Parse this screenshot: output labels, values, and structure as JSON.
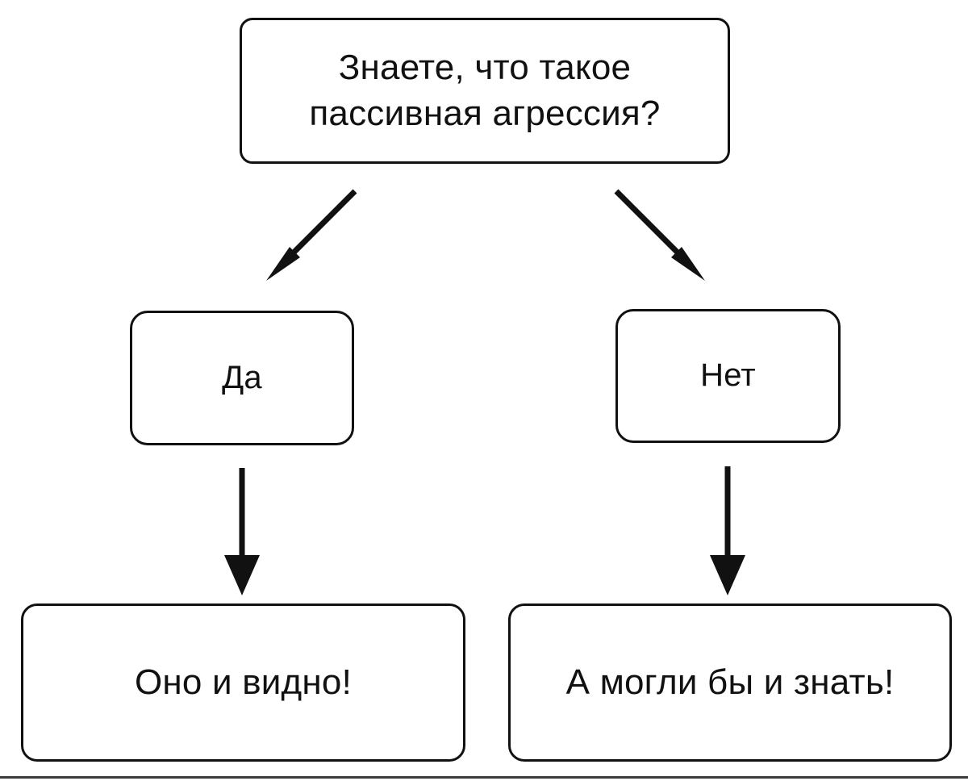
{
  "diagram": {
    "title": "Passive aggression decision flowchart",
    "language": "ru",
    "background_color": "#ffffff",
    "stroke_color": "#111111",
    "nodes": {
      "question": {
        "id": "question",
        "label": "Знаете, что такое\nпассивная агрессия?",
        "line1": "Знаете, что такое",
        "line2": "пассивная агрессия?",
        "shape": "rounded-rectangle"
      },
      "yes": {
        "id": "yes",
        "label": "Да",
        "shape": "rounded-rectangle"
      },
      "no": {
        "id": "no",
        "label": "Нет",
        "shape": "rounded-rectangle"
      },
      "yes_result": {
        "id": "yes-result",
        "label": "Оно и видно!",
        "shape": "rounded-rectangle"
      },
      "no_result": {
        "id": "no-result",
        "label": "А могли бы и знать!",
        "shape": "rounded-rectangle"
      }
    },
    "edges": [
      {
        "id": "question-to-yes",
        "from": "question",
        "to": "yes",
        "style": "diagonal-arrow",
        "direction": "down-left"
      },
      {
        "id": "question-to-no",
        "from": "question",
        "to": "no",
        "style": "diagonal-arrow",
        "direction": "down-right"
      },
      {
        "id": "yes-to-yes-result",
        "from": "yes",
        "to": "yes_result",
        "style": "straight-arrow",
        "direction": "down"
      },
      {
        "id": "no-to-no-result",
        "from": "no",
        "to": "no_result",
        "style": "straight-arrow",
        "direction": "down"
      }
    ]
  }
}
